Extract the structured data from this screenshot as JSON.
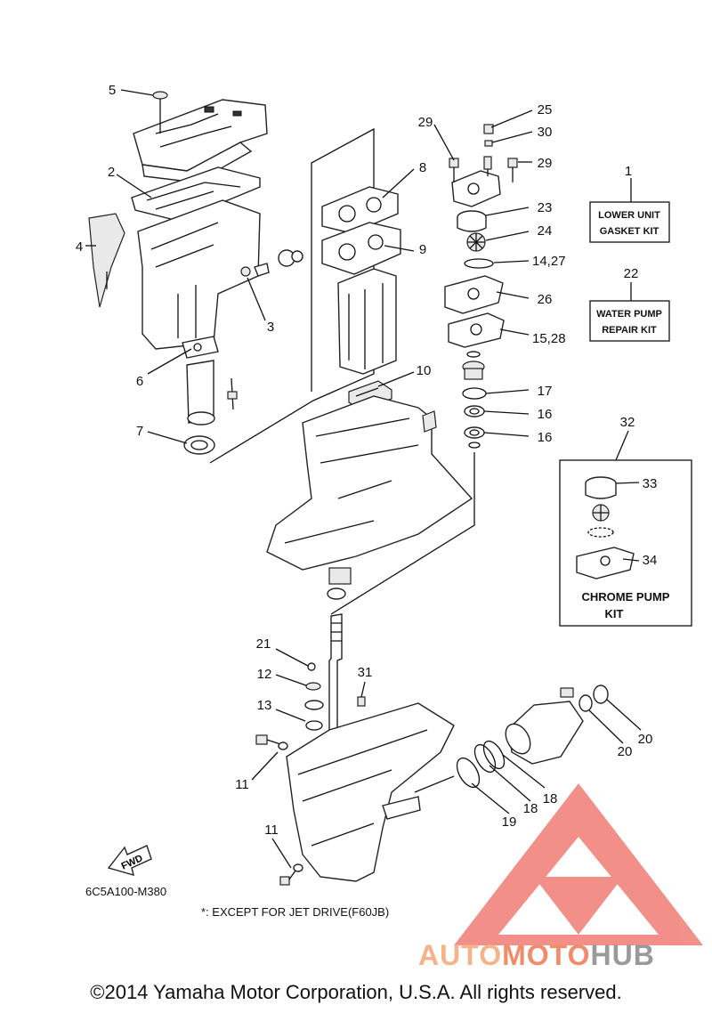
{
  "callouts": [
    {
      "id": "c1",
      "text": "1"
    },
    {
      "id": "c2",
      "text": "2"
    },
    {
      "id": "c3",
      "text": "3"
    },
    {
      "id": "c4",
      "text": "4"
    },
    {
      "id": "c5",
      "text": "5"
    },
    {
      "id": "c6",
      "text": "6"
    },
    {
      "id": "c7",
      "text": "7"
    },
    {
      "id": "c8",
      "text": "8"
    },
    {
      "id": "c9",
      "text": "9"
    },
    {
      "id": "c10",
      "text": "10"
    },
    {
      "id": "c11a",
      "text": "11"
    },
    {
      "id": "c11b",
      "text": "11"
    },
    {
      "id": "c12",
      "text": "12"
    },
    {
      "id": "c13",
      "text": "13"
    },
    {
      "id": "c14",
      "text": "14,27"
    },
    {
      "id": "c15",
      "text": "15,28"
    },
    {
      "id": "c16a",
      "text": "16"
    },
    {
      "id": "c16b",
      "text": "16"
    },
    {
      "id": "c17",
      "text": "17"
    },
    {
      "id": "c18a",
      "text": "18"
    },
    {
      "id": "c18b",
      "text": "18"
    },
    {
      "id": "c19",
      "text": "19"
    },
    {
      "id": "c20a",
      "text": "20"
    },
    {
      "id": "c20b",
      "text": "20"
    },
    {
      "id": "c21",
      "text": "21"
    },
    {
      "id": "c22",
      "text": "22"
    },
    {
      "id": "c23",
      "text": "23"
    },
    {
      "id": "c24",
      "text": "24"
    },
    {
      "id": "c25",
      "text": "25"
    },
    {
      "id": "c26",
      "text": "26"
    },
    {
      "id": "c29a",
      "text": "29"
    },
    {
      "id": "c29b",
      "text": "29"
    },
    {
      "id": "c30",
      "text": "30"
    },
    {
      "id": "c31",
      "text": "31"
    },
    {
      "id": "c32",
      "text": "32"
    },
    {
      "id": "c33",
      "text": "33"
    },
    {
      "id": "c34",
      "text": "34"
    }
  ],
  "kits": {
    "gasket": {
      "line1": "LOWER UNIT",
      "line2": "GASKET KIT"
    },
    "waterpump": {
      "line1": "WATER PUMP",
      "line2": "REPAIR KIT"
    },
    "chrome": {
      "line1": "CHROME PUMP",
      "line2": "KIT"
    }
  },
  "fwd_label": "FWD",
  "diagram_code": "6C5A100-M380",
  "footnote": "*: EXCEPT FOR JET DRIVE(F60JB)",
  "copyright": "©2014 Yamaha Motor Corporation, U.S.A. All rights reserved.",
  "watermark": {
    "part1": "AUTO",
    "part2": "MOTO",
    "part3": "HUB"
  },
  "colors": {
    "watermark_red": "#e8342a",
    "watermark_orange": "#f6b38a",
    "watermark_gray": "#9a9a9a"
  }
}
